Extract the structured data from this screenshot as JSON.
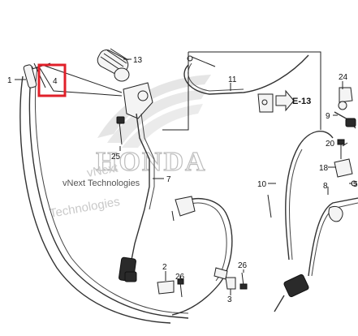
{
  "callouts": [
    {
      "id": "c1",
      "label": "1"
    },
    {
      "id": "c4",
      "label": "4"
    },
    {
      "id": "c13",
      "label": "13"
    },
    {
      "id": "c11",
      "label": "11"
    },
    {
      "id": "c24",
      "label": "24"
    },
    {
      "id": "c9",
      "label": "9"
    },
    {
      "id": "c25",
      "label": "25"
    },
    {
      "id": "c7",
      "label": "7"
    },
    {
      "id": "c20",
      "label": "20"
    },
    {
      "id": "c18",
      "label": "18"
    },
    {
      "id": "c10",
      "label": "10"
    },
    {
      "id": "c8",
      "label": "8"
    },
    {
      "id": "c5",
      "label": "5"
    },
    {
      "id": "c2",
      "label": "2"
    },
    {
      "id": "c26a",
      "label": "26"
    },
    {
      "id": "c26b",
      "label": "26"
    },
    {
      "id": "c3",
      "label": "3"
    }
  ],
  "reference": {
    "label": "E-13"
  },
  "watermark": {
    "logo_text": "HONDA",
    "line1": "vNext Technologies",
    "line2": "vNext",
    "line3": "Technologies"
  },
  "highlight_color": "#e0202a"
}
